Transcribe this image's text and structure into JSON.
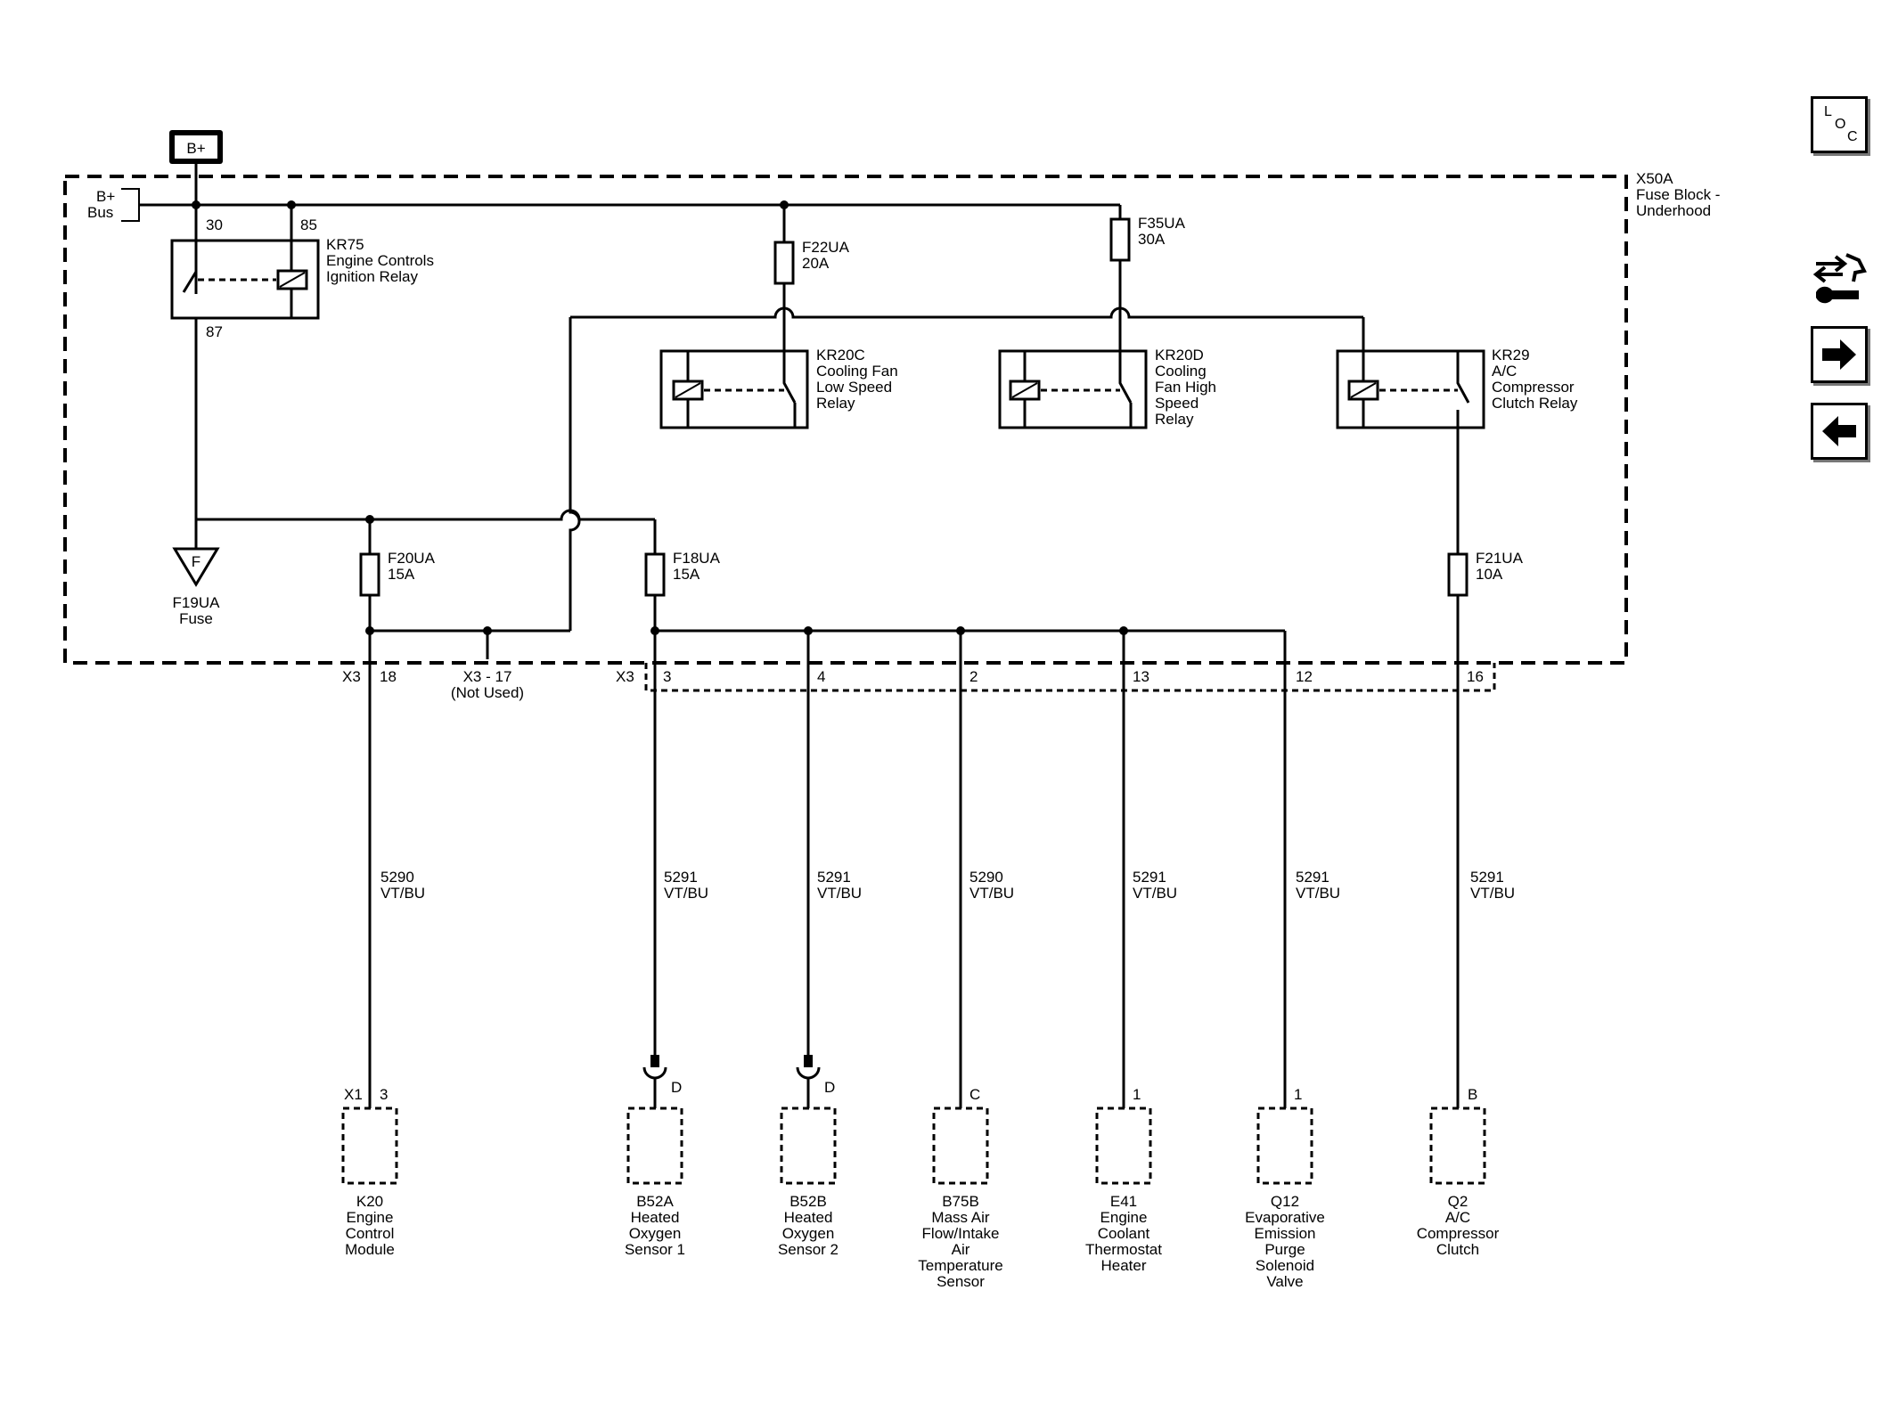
{
  "source": {
    "label": "B+"
  },
  "fuse_block": {
    "name": "X50A",
    "desc_1": "Fuse Block -",
    "desc_2": "Underhood"
  },
  "bus": {
    "label_1": "B+",
    "label_2": "Bus"
  },
  "relays": {
    "kr75": {
      "pin_a": "30",
      "pin_b": "85",
      "pin_c": "87",
      "lines": [
        "KR75",
        "Engine Controls",
        "Ignition Relay"
      ]
    },
    "kr20c": {
      "lines": [
        "KR20C",
        "Cooling Fan",
        "Low Speed",
        "Relay"
      ]
    },
    "kr20d": {
      "lines": [
        "KR20D",
        "Cooling",
        "Fan High",
        "Speed",
        "Relay"
      ]
    },
    "kr29": {
      "lines": [
        "KR29",
        "A/C",
        "Compressor",
        "Clutch Relay"
      ]
    }
  },
  "fuses": {
    "f22ua": {
      "name": "F22UA",
      "rating": "20A"
    },
    "f35ua": {
      "name": "F35UA",
      "rating": "30A"
    },
    "f20ua": {
      "name": "F20UA",
      "rating": "15A"
    },
    "f18ua": {
      "name": "F18UA",
      "rating": "15A"
    },
    "f21ua": {
      "name": "F21UA",
      "rating": "10A"
    },
    "f19ua": {
      "symbol": "F",
      "name": "F19UA",
      "desc": "Fuse"
    }
  },
  "connector_x3": {
    "label": "X3",
    "pin_18": "18",
    "not_used_1": "X3 - 17",
    "not_used_2": "(Not Used)",
    "pins": [
      "3",
      "4",
      "2",
      "13",
      "12",
      "16"
    ]
  },
  "wires": [
    {
      "circuit": "5290",
      "color": "VT/BU"
    },
    {
      "circuit": "5291",
      "color": "VT/BU"
    },
    {
      "circuit": "5291",
      "color": "VT/BU"
    },
    {
      "circuit": "5290",
      "color": "VT/BU"
    },
    {
      "circuit": "5291",
      "color": "VT/BU"
    },
    {
      "circuit": "5291",
      "color": "VT/BU"
    },
    {
      "circuit": "5291",
      "color": "VT/BU"
    }
  ],
  "components": {
    "k20": {
      "conn": "X1",
      "pin": "3",
      "lines": [
        "K20",
        "Engine",
        "Control",
        "Module"
      ]
    },
    "b52a": {
      "pin": "D",
      "lines": [
        "B52A",
        "Heated",
        "Oxygen",
        "Sensor 1"
      ]
    },
    "b52b": {
      "pin": "D",
      "lines": [
        "B52B",
        "Heated",
        "Oxygen",
        "Sensor 2"
      ]
    },
    "b75b": {
      "pin": "C",
      "lines": [
        "B75B",
        "Mass Air",
        "Flow/Intake",
        "Air",
        "Temperature",
        "Sensor"
      ]
    },
    "e41": {
      "pin": "1",
      "lines": [
        "E41",
        "Engine",
        "Coolant",
        "Thermostat",
        "Heater"
      ]
    },
    "q12": {
      "pin": "1",
      "lines": [
        "Q12",
        "Evaporative",
        "Emission",
        "Purge",
        "Solenoid",
        "Valve"
      ]
    },
    "q2": {
      "pin": "B",
      "lines": [
        "Q2",
        "A/C",
        "Compressor",
        "Clutch"
      ]
    }
  },
  "nav": {
    "loc_l": "L",
    "loc_o": "O",
    "loc_c": "C",
    "icons": [
      "connector-wrench-icon",
      "arrow-right-icon",
      "arrow-left-icon"
    ]
  }
}
